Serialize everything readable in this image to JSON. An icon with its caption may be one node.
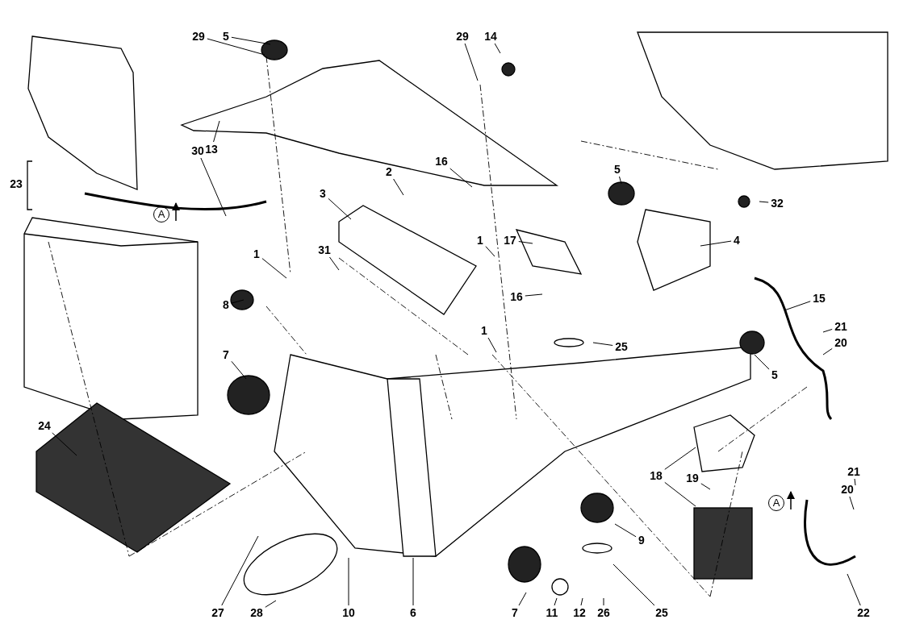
{
  "diagram": {
    "nodes": [
      {
        "text": [
          "29"
        ]
      },
      {
        "text": [
          "5"
        ]
      },
      {
        "text": [
          "29"
        ]
      },
      {
        "text": [
          "14"
        ]
      },
      {
        "text": [
          "13"
        ]
      },
      {
        "text": [
          "30"
        ]
      },
      {
        "text": [
          "16"
        ]
      },
      {
        "text": [
          "2"
        ]
      },
      {
        "text": [
          "5"
        ]
      },
      {
        "text": [
          "3"
        ]
      },
      {
        "text": [
          "32"
        ]
      },
      {
        "text": [
          "17"
        ]
      },
      {
        "text": [
          "1"
        ]
      },
      {
        "text": [
          "4"
        ]
      },
      {
        "text": [
          "31"
        ]
      },
      {
        "text": [
          "1"
        ]
      },
      {
        "text": [
          "16"
        ]
      },
      {
        "text": [
          "15"
        ]
      },
      {
        "text": [
          "8"
        ]
      },
      {
        "text": [
          "21"
        ]
      },
      {
        "text": [
          "1"
        ]
      },
      {
        "text": [
          "20"
        ]
      },
      {
        "text": [
          "25"
        ]
      },
      {
        "text": [
          "7"
        ]
      },
      {
        "text": [
          "5"
        ]
      },
      {
        "text": [
          "24"
        ]
      },
      {
        "text": [
          "21"
        ]
      },
      {
        "text": [
          "18"
        ]
      },
      {
        "text": [
          "19"
        ]
      },
      {
        "text": [
          "20"
        ]
      },
      {
        "text": [
          "9"
        ]
      },
      {
        "text": [
          "27"
        ]
      },
      {
        "text": [
          "28"
        ]
      },
      {
        "text": [
          "10"
        ]
      },
      {
        "text": [
          "6"
        ]
      },
      {
        "text": [
          "7"
        ]
      },
      {
        "text": [
          "11"
        ]
      },
      {
        "text": [
          "12"
        ]
      },
      {
        "text": [
          "26"
        ]
      },
      {
        "text": [
          "25"
        ]
      },
      {
        "text": [
          "22"
        ]
      }
    ],
    "edges": [
      {
        "from": 0,
        "to": null,
        "arrow": "none"
      },
      {
        "from": 1,
        "to": null,
        "arrow": "none"
      },
      {
        "from": 2,
        "to": null,
        "arrow": "none"
      },
      {
        "from": 3,
        "to": null,
        "arrow": "none"
      },
      {
        "from": 4,
        "to": null,
        "arrow": "none"
      },
      {
        "from": 5,
        "to": null,
        "arrow": "none"
      },
      {
        "from": 6,
        "to": null,
        "arrow": "none"
      },
      {
        "from": 7,
        "to": null,
        "arrow": "none"
      },
      {
        "from": 8,
        "to": null,
        "arrow": "none"
      },
      {
        "from": 9,
        "to": null,
        "arrow": "none"
      },
      {
        "from": 10,
        "to": null,
        "arrow": "none"
      },
      {
        "from": 11,
        "to": null,
        "arrow": "none"
      },
      {
        "from": 12,
        "to": null,
        "arrow": "none"
      },
      {
        "from": 13,
        "to": null,
        "arrow": "none"
      },
      {
        "from": 14,
        "to": null,
        "arrow": "none"
      },
      {
        "from": 15,
        "to": null,
        "arrow": "none"
      },
      {
        "from": 16,
        "to": null,
        "arrow": "none"
      },
      {
        "from": 17,
        "to": null,
        "arrow": "none"
      },
      {
        "from": 18,
        "to": null,
        "arrow": "none"
      },
      {
        "from": 19,
        "to": null,
        "arrow": "none"
      },
      {
        "from": 20,
        "to": null,
        "arrow": "none"
      },
      {
        "from": 21,
        "to": null,
        "arrow": "none"
      },
      {
        "from": 22,
        "to": null,
        "arrow": "none"
      },
      {
        "from": 23,
        "to": null,
        "arrow": "none"
      },
      {
        "from": 24,
        "to": null,
        "arrow": "none"
      },
      {
        "from": 25,
        "to": null,
        "arrow": "none"
      },
      {
        "from": 26,
        "to": null,
        "arrow": "none"
      },
      {
        "from": 27,
        "to": null,
        "arrow": "none"
      },
      {
        "from": 27,
        "to": null,
        "arrow": "none"
      },
      {
        "from": 28,
        "to": null,
        "arrow": "none"
      },
      {
        "from": 29,
        "to": null,
        "arrow": "none"
      },
      {
        "from": 30,
        "to": null,
        "arrow": "none"
      },
      {
        "from": 31,
        "to": null,
        "arrow": "none"
      },
      {
        "from": 32,
        "to": null,
        "arrow": "none"
      },
      {
        "from": 33,
        "to": null,
        "arrow": "none"
      },
      {
        "from": 34,
        "to": null,
        "arrow": "none"
      },
      {
        "from": 35,
        "to": null,
        "arrow": "none"
      },
      {
        "from": 36,
        "to": null,
        "arrow": "none"
      },
      {
        "from": 37,
        "to": null,
        "arrow": "none"
      },
      {
        "from": 38,
        "to": null,
        "arrow": "none"
      },
      {
        "from": 39,
        "to": null,
        "arrow": "none"
      },
      {
        "from": 40,
        "to": null,
        "arrow": "none"
      }
    ],
    "labels": [
      "23",
      "A",
      "A"
    ]
  }
}
